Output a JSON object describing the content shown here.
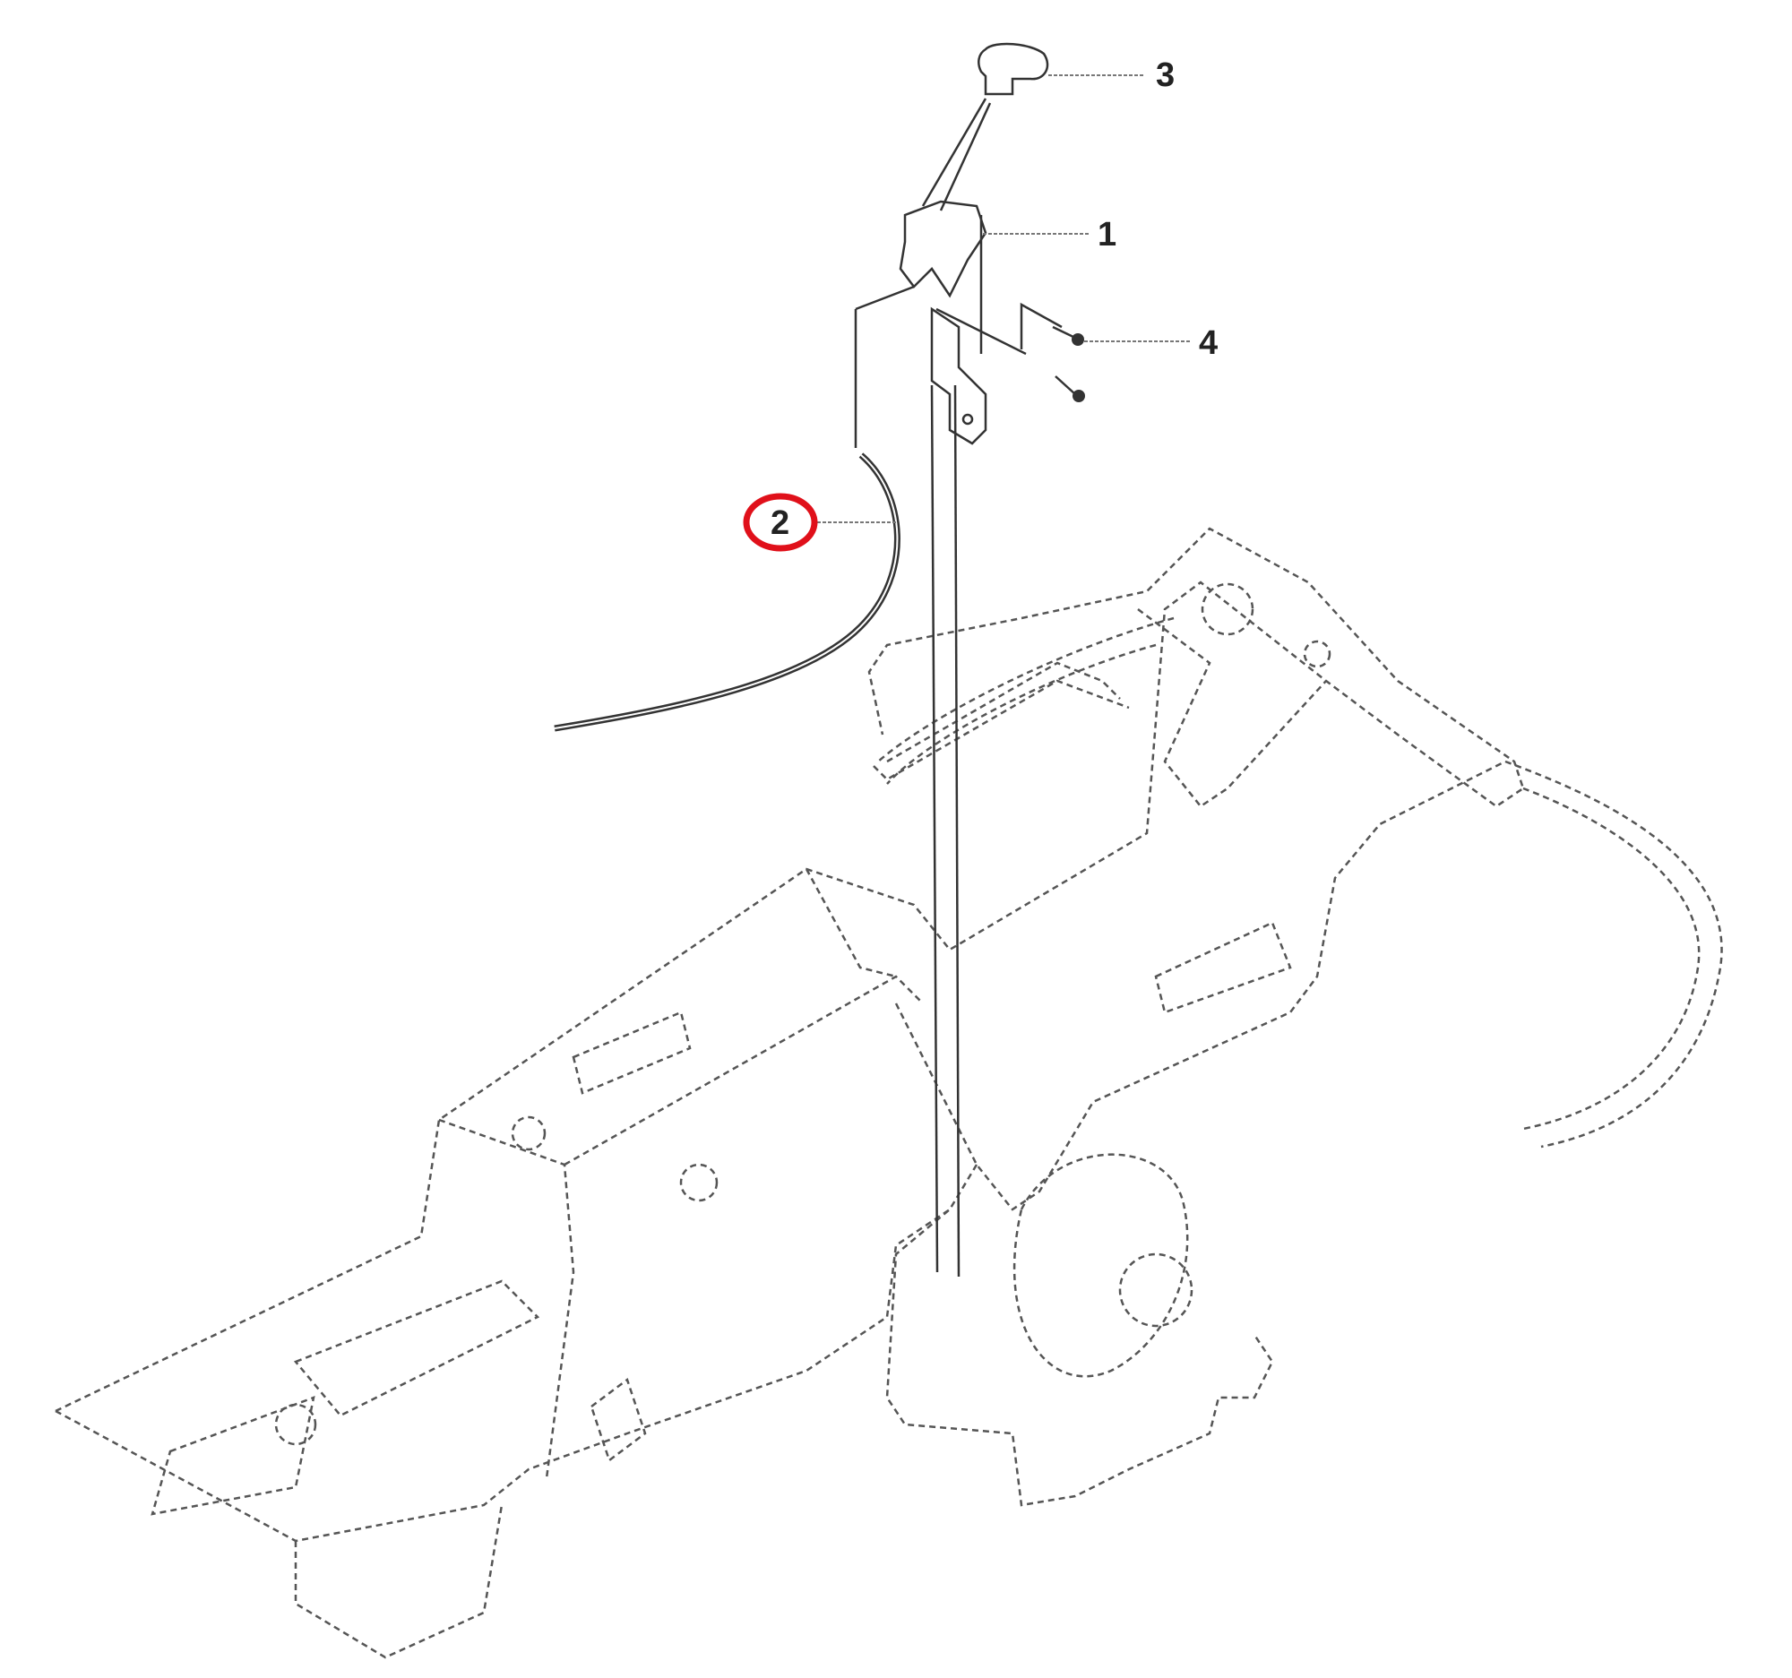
{
  "diagram": {
    "callouts": [
      {
        "id": "1",
        "label": "1",
        "part": "lever"
      },
      {
        "id": "2",
        "label": "2",
        "part": "cable",
        "highlighted": true
      },
      {
        "id": "3",
        "label": "3",
        "part": "knob"
      },
      {
        "id": "4",
        "label": "4",
        "part": "screw"
      }
    ],
    "highlight_color": "#e0101a"
  }
}
